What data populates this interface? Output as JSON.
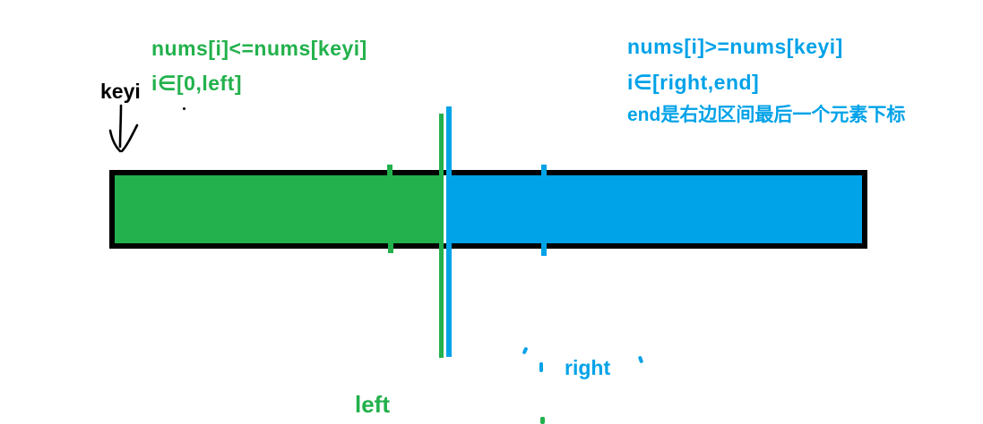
{
  "colors": {
    "green": "#22B14C",
    "blue": "#00A2E8",
    "black": "#000000",
    "background": "#FFFFFF"
  },
  "labels": {
    "keyi": "keyi",
    "left_pointer": "left",
    "right_pointer": "right"
  },
  "left_region": {
    "condition": "nums[i]<=nums[keyi]",
    "range": "i∈[0,left]"
  },
  "right_region": {
    "condition": "nums[i]>=nums[keyi]",
    "range": "i∈[right,end]",
    "note": "end是右边区间最后一个元素下标"
  }
}
